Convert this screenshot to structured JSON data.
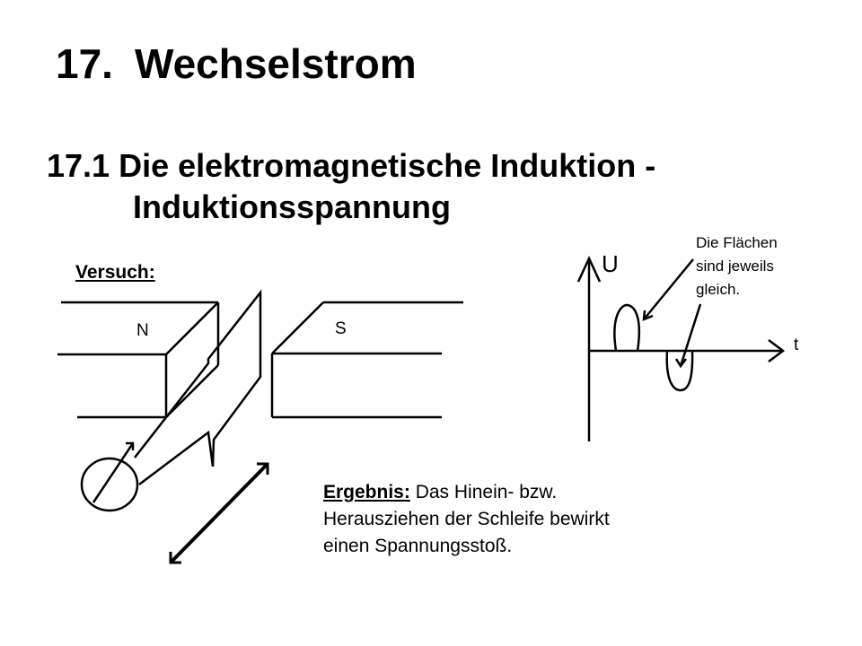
{
  "title": {
    "number": "17.",
    "text": "Wechselstrom"
  },
  "subtitle": {
    "line1": "17.1 Die elektromagnetische Induktion -",
    "line2": "Induktionsspannung"
  },
  "experiment": {
    "label": "Versuch:",
    "magnet_north": "N",
    "magnet_south": "S"
  },
  "graph": {
    "y_label": "U",
    "x_label": "t"
  },
  "note": {
    "line1": "Die Flächen",
    "line2": "sind jeweils",
    "line3": "gleich."
  },
  "result": {
    "label": "Ergebnis:",
    "line1_rest": " Das Hinein- bzw.",
    "line2": "Herausziehen der Schleife bewirkt",
    "line3": "einen Spannungsstoß."
  }
}
